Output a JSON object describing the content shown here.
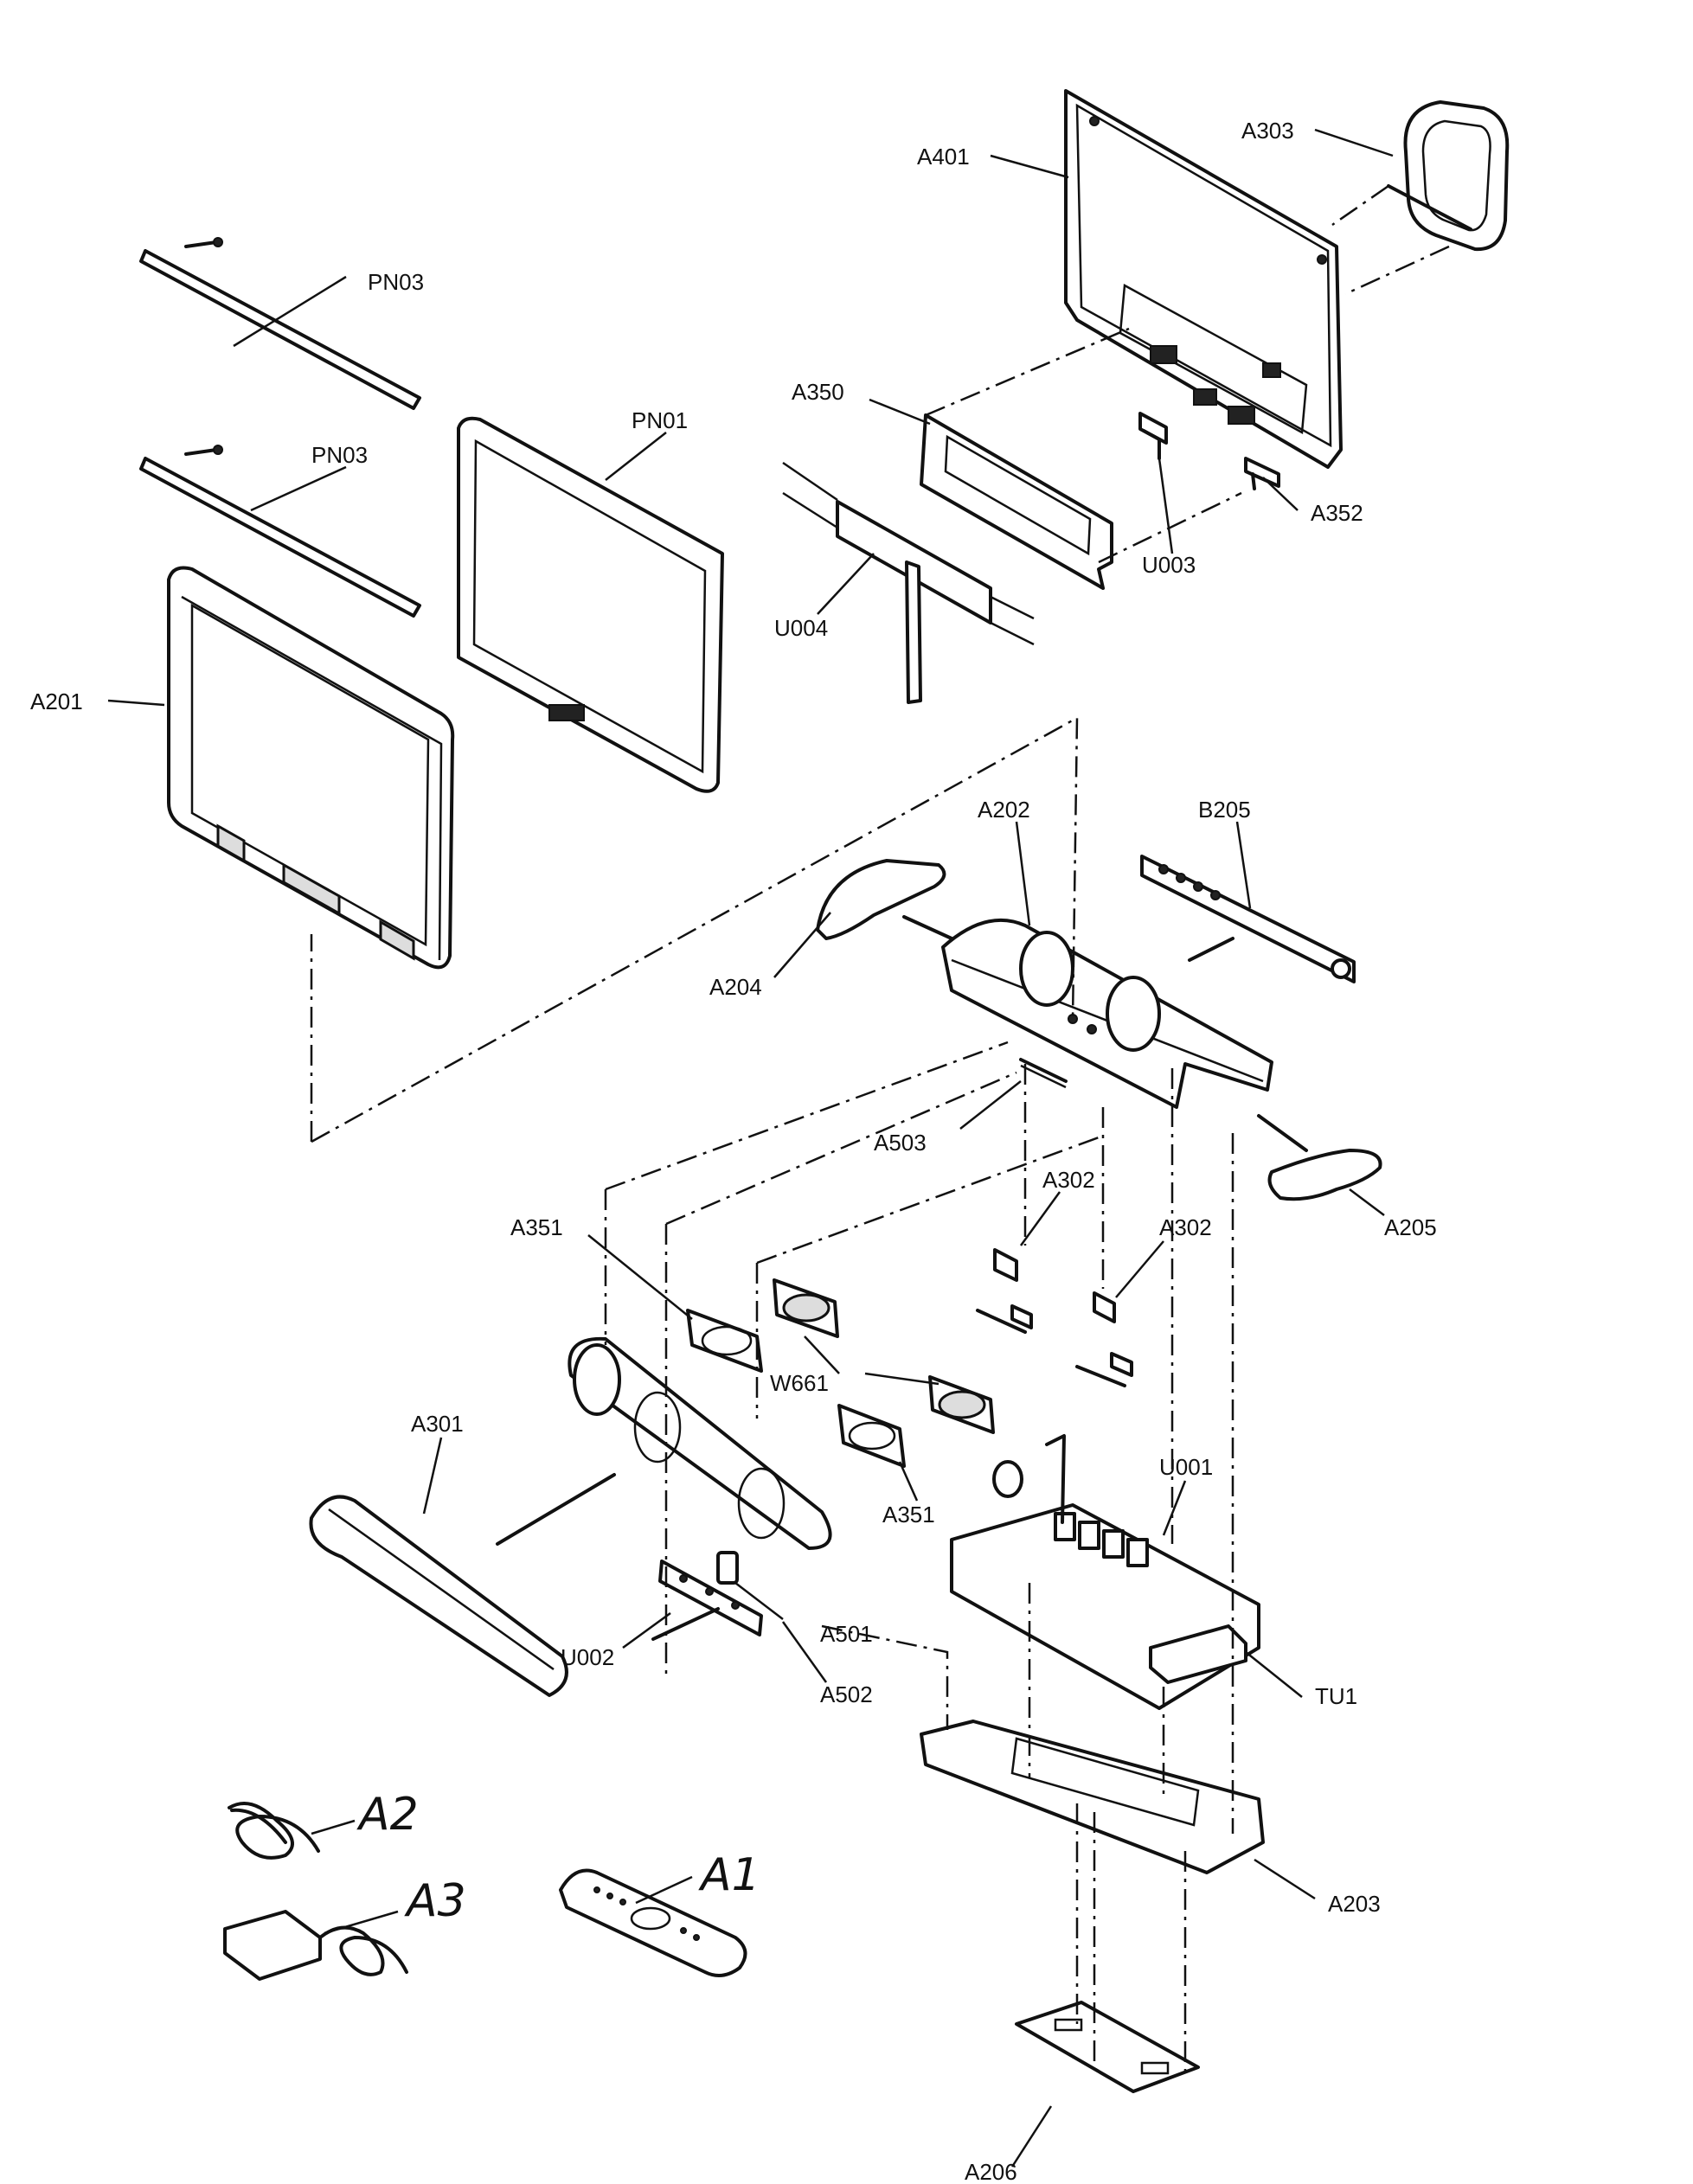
{
  "labels": {
    "A401": "A401",
    "A303": "A303",
    "PN03_top": "PN03",
    "PN03_mid": "PN03",
    "PN01": "PN01",
    "A350": "A350",
    "A352": "A352",
    "U003": "U003",
    "U004": "U004",
    "A201": "A201",
    "A202": "A202",
    "B205": "B205",
    "A204": "A204",
    "A503": "A503",
    "A302_a": "A302",
    "A302_b": "A302",
    "A205": "A205",
    "A351_top": "A351",
    "W661": "W661",
    "A301": "A301",
    "A351_bottom": "A351",
    "U001": "U001",
    "A501": "A501",
    "U002": "U002",
    "A502": "A502",
    "TU1": "TU1",
    "A203": "A203",
    "A2": "A2",
    "A3": "A3",
    "A1": "A1",
    "A206": "A206"
  }
}
